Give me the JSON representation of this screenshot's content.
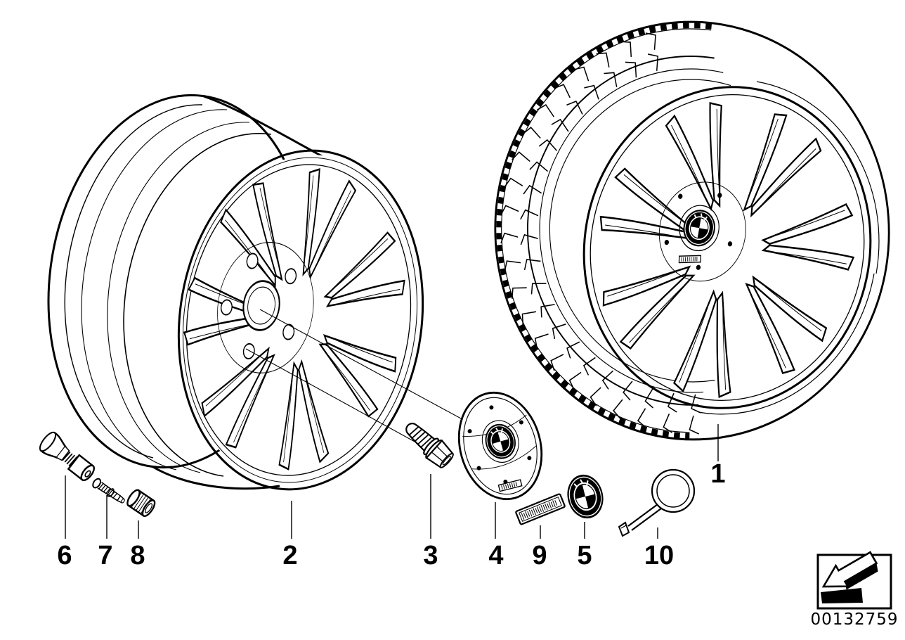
{
  "diagram": {
    "type": "exploded-parts-drawing",
    "subject": "wheel with tire, alloy rim and mounting hardware",
    "background_color": "#ffffff",
    "line_color": "#000000"
  },
  "callouts": [
    {
      "id": "1"
    },
    {
      "id": "2"
    },
    {
      "id": "3"
    },
    {
      "id": "4"
    },
    {
      "id": "5"
    },
    {
      "id": "6"
    },
    {
      "id": "7"
    },
    {
      "id": "8"
    },
    {
      "id": "9"
    },
    {
      "id": "10"
    }
  ],
  "footer": {
    "doc_number": "00132759"
  },
  "icons": {
    "corner_icon": "arrow-down-left-icon"
  }
}
